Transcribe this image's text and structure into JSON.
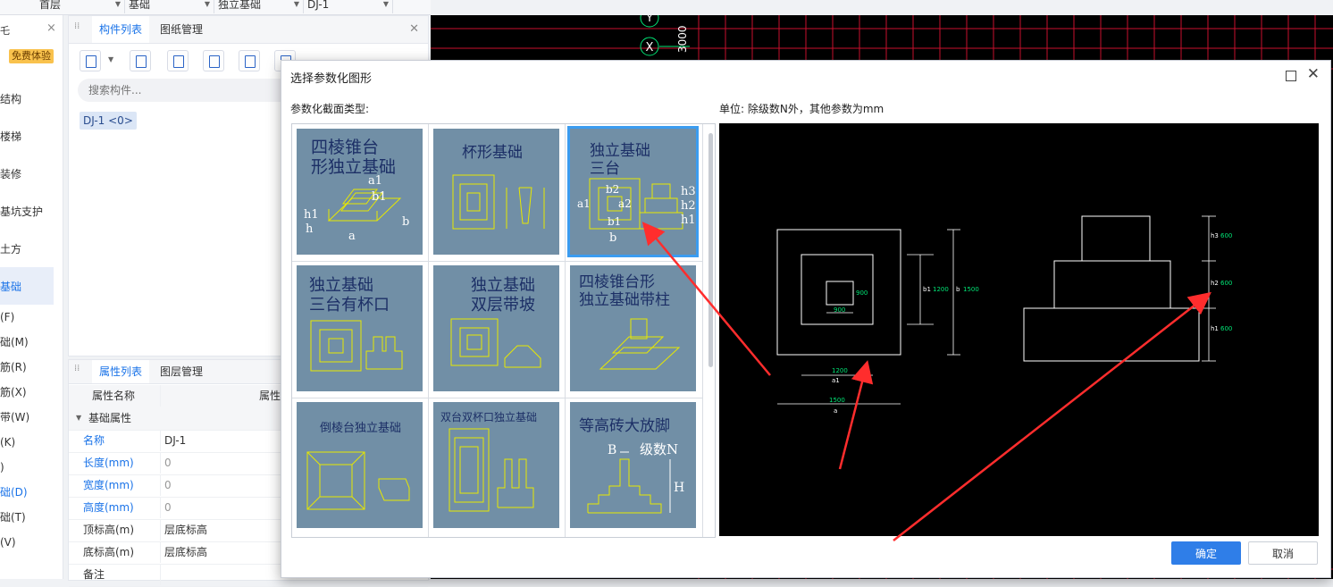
{
  "topbar": {
    "floor": "首层",
    "category": "基础",
    "subtype": "独立基础",
    "component": "DJ-1"
  },
  "leftnav": {
    "close_glyph": "×",
    "badge": "免费体验",
    "items": [
      "结构",
      "楼梯",
      "装修",
      "基坑支护",
      "土方",
      "基础",
      "(F)",
      "础(M)",
      "筋(R)",
      "筋(X)",
      "带(W)",
      "(K)",
      ")",
      "础(D)",
      "础(T)",
      "(V)"
    ]
  },
  "comp_panel": {
    "tabs": [
      "构件列表",
      "图纸管理"
    ],
    "search_placeholder": "搜索构件...",
    "item": "DJ-1 <0>"
  },
  "prop_panel": {
    "tabs": [
      "属性列表",
      "图层管理"
    ],
    "header_name": "属性名称",
    "header_value": "属性",
    "group": "基础属性",
    "rows": [
      {
        "name": "名称",
        "value": "DJ-1"
      },
      {
        "name": "长度(mm)",
        "value": "0"
      },
      {
        "name": "宽度(mm)",
        "value": "0"
      },
      {
        "name": "高度(mm)",
        "value": "0"
      },
      {
        "name": "顶标高(m)",
        "value": "层底标高"
      },
      {
        "name": "底标高(m)",
        "value": "层底标高"
      },
      {
        "name": "备注",
        "value": ""
      }
    ]
  },
  "cad": {
    "axis_y": "Y",
    "axis_x": "X",
    "dim": "3000"
  },
  "dialog": {
    "title": "选择参数化图形",
    "type_label": "参数化截面类型:",
    "unit_label": "单位:   除级数N外，其他参数为mm",
    "ok": "确定",
    "cancel": "取消",
    "thumbnails": [
      {
        "title": "四棱锥台",
        "title2": "形独立基础"
      },
      {
        "title": "杯形基础",
        "title2": ""
      },
      {
        "title": "独立基础",
        "title2": "三台"
      },
      {
        "title": "独立基础",
        "title2": "三台有杯口"
      },
      {
        "title": "独立基础",
        "title2": "双层带坡"
      },
      {
        "title": "四棱锥台形",
        "title2": "独立基础带柱"
      },
      {
        "title": "倒棱台独立基础",
        "title2": ""
      },
      {
        "title": "双台双杯口独立基础",
        "title2": ""
      },
      {
        "title": "等高砖大放脚",
        "title2": ""
      }
    ],
    "thumb_labels": {
      "t1": [
        "a1",
        "b1",
        "h1",
        "h",
        "a",
        "b"
      ],
      "t3": [
        "h3",
        "h2",
        "h1",
        "b2",
        "a2",
        "b1",
        "a1",
        "b"
      ],
      "t9": [
        "B",
        "级数N",
        "H"
      ]
    },
    "preview": {
      "plan_labels": {
        "a1": "1200",
        "a": "1500",
        "b2": "900",
        "a2": "900",
        "b1": "1200",
        "b": "1500"
      },
      "elev_labels": {
        "h3": "600",
        "h2": "600",
        "h1": "600"
      }
    }
  },
  "colors": {
    "accent": "#2f7ee8",
    "thumb_bg": "#718fa6",
    "cad_grid": "#c8102e",
    "dim_green": "#00e676",
    "arrow": "#ff2d2d"
  }
}
